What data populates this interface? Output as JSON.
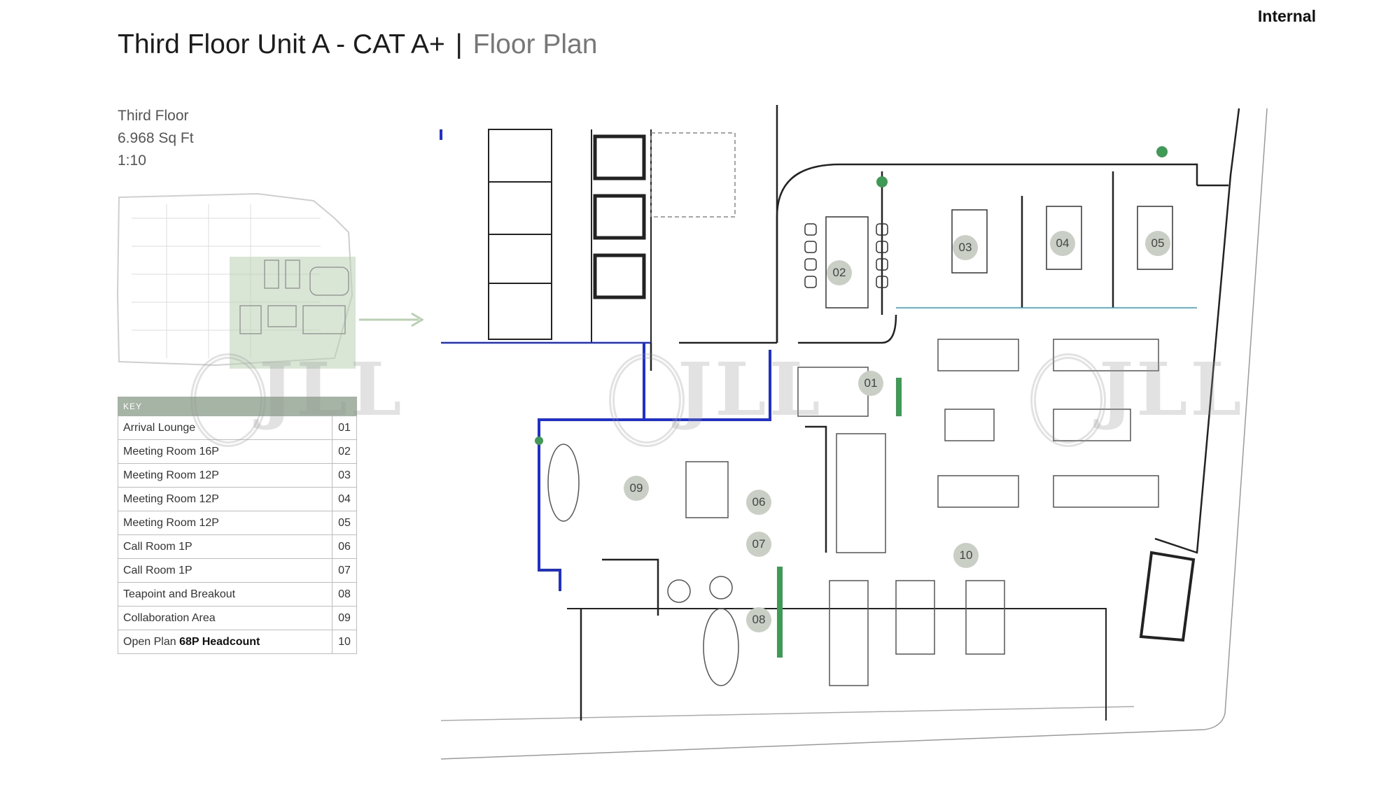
{
  "header": {
    "classification": "Internal",
    "title_main": "Third Floor Unit A - CAT A+",
    "title_separator": "|",
    "title_sub": "Floor Plan"
  },
  "info": {
    "floor": "Third Floor",
    "area": "6.968 Sq Ft",
    "scale": "1:10"
  },
  "key": {
    "header": "KEY",
    "rows": [
      {
        "name": "Arrival Lounge",
        "num": "01"
      },
      {
        "name": "Meeting Room 16P",
        "num": "02"
      },
      {
        "name": "Meeting Room 12P",
        "num": "03"
      },
      {
        "name": "Meeting Room 12P",
        "num": "04"
      },
      {
        "name": "Meeting Room 12P",
        "num": "05"
      },
      {
        "name": "Call Room 1P",
        "num": "06"
      },
      {
        "name": "Call Room 1P",
        "num": "07"
      },
      {
        "name": "Teapoint and Breakout",
        "num": "08"
      },
      {
        "name": "Collaboration Area",
        "num": "09"
      },
      {
        "name": "Open Plan",
        "bold": "68P Headcount",
        "num": "10"
      }
    ]
  },
  "plan": {
    "room_labels": [
      "01",
      "02",
      "03",
      "04",
      "05",
      "06",
      "07",
      "08",
      "09",
      "10"
    ],
    "watermark": "JLL"
  },
  "colors": {
    "wall": "#222222",
    "highlight_wall": "#1f2fd0",
    "label_circle": "#c9cfc4",
    "plant": "#3f9a55",
    "overview_highlight": "#b9d0b3"
  }
}
